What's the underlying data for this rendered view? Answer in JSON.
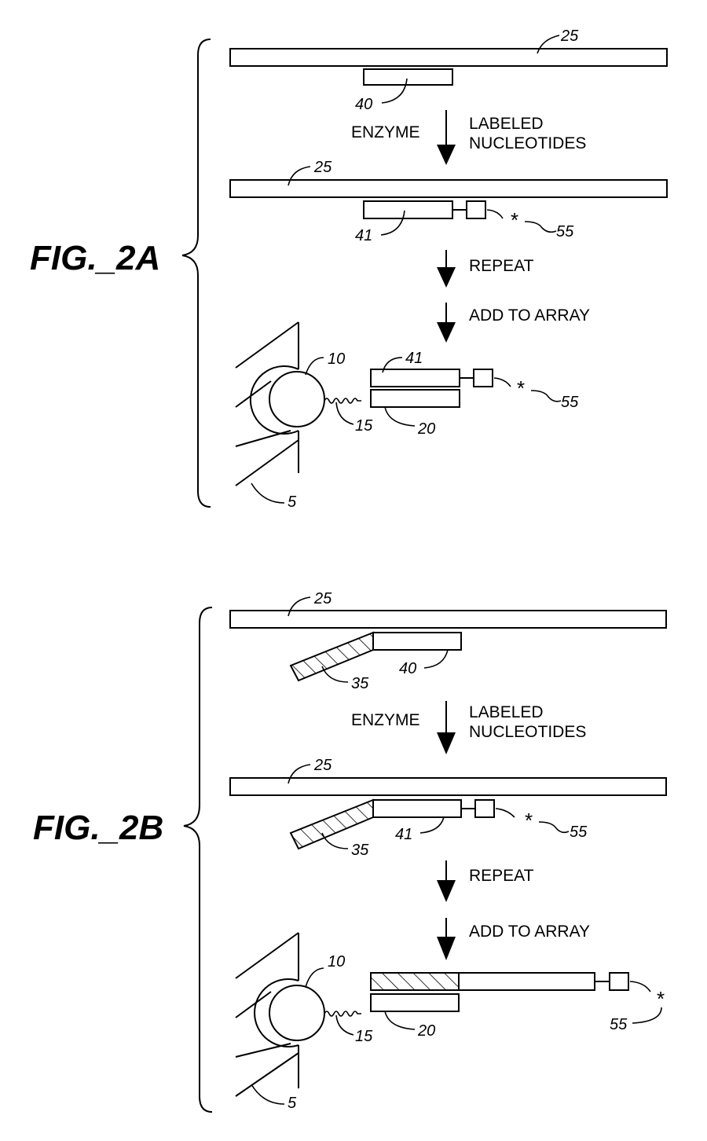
{
  "figures": [
    {
      "title": "FIG._2A",
      "steps": {
        "enzyme": "ENZYME",
        "labeled": "LABELED",
        "nucleotides": "NUCLEOTIDES",
        "repeat": "REPEAT",
        "add_to_array": "ADD TO ARRAY"
      },
      "refs": {
        "r25a": "25",
        "r40": "40",
        "r25b": "25",
        "r41a": "41",
        "r55a": "55",
        "r41b": "41",
        "r10": "10",
        "r15": "15",
        "r20": "20",
        "r55b": "55",
        "r5": "5"
      },
      "label_mark": "*"
    },
    {
      "title": "FIG._2B",
      "steps": {
        "enzyme": "ENZYME",
        "labeled": "LABELED",
        "nucleotides": "NUCLEOTIDES",
        "repeat": "REPEAT",
        "add_to_array": "ADD TO ARRAY"
      },
      "refs": {
        "r25a": "25",
        "r35a": "35",
        "r40": "40",
        "r25b": "25",
        "r41": "41",
        "r55a": "55",
        "r35b": "35",
        "r10": "10",
        "r15": "15",
        "r20": "20",
        "r55b": "55",
        "r5": "5"
      },
      "label_mark": "*"
    }
  ]
}
